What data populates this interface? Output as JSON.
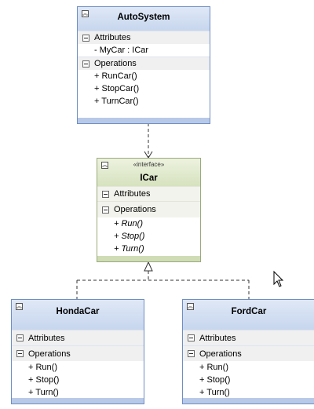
{
  "classes": {
    "autosystem": {
      "name": "AutoSystem",
      "attributes_label": "Attributes",
      "attributes": [
        "- MyCar : ICar"
      ],
      "operations_label": "Operations",
      "operations": [
        "+ RunCar()",
        "+ StopCar()",
        "+ TurnCar()"
      ]
    },
    "icar": {
      "stereotype": "«interface»",
      "name": "ICar",
      "attributes_label": "Attributes",
      "operations_label": "Operations",
      "operations": [
        "+ Run()",
        "+ Stop()",
        "+ Turn()"
      ]
    },
    "hondacar": {
      "name": "HondaCar",
      "attributes_label": "Attributes",
      "operations_label": "Operations",
      "operations": [
        "+ Run()",
        "+ Stop()",
        "+ Turn()"
      ]
    },
    "fordcar": {
      "name": "FordCar",
      "attributes_label": "Attributes",
      "operations_label": "Operations",
      "operations": [
        "+ Run()",
        "+ Stop()",
        "+ Turn()"
      ]
    }
  },
  "icons": {
    "collapse": "double-chevron-up-icon",
    "section_toggle": "minus-icon",
    "cursor": "mouse-pointer-icon"
  },
  "colors": {
    "class_border": "#6f8ec4",
    "class_header": "#c7d6ee",
    "interface_border": "#9aab7c",
    "interface_header": "#d6e2bf"
  }
}
